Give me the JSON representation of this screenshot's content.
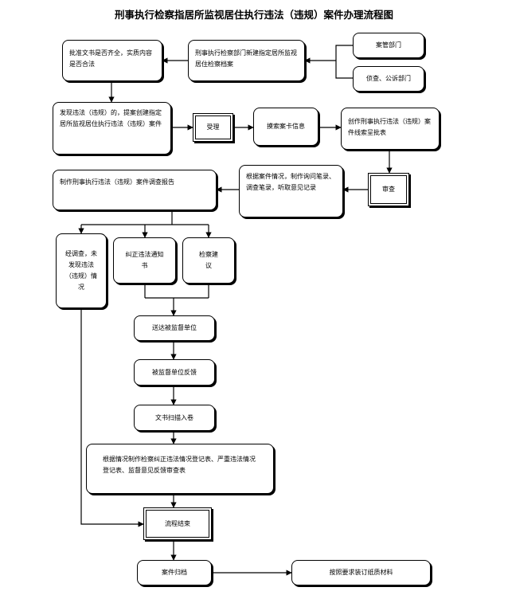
{
  "title": "刑事执行检察指居所监视居住执行违法（违规）案件办理流程图",
  "nodes": {
    "approve_doc": "批准文书是否齐全，实质内容是否合法",
    "new_file": "刑事执行检察部门新建指定居所监视居住检察档案",
    "case_mgmt": "案管部门",
    "police": "侦查、公诉部门",
    "found_violation": "发现违法（违规）的，提案创建指定居所监视居住执行违法（违规）案件",
    "accept": "受理",
    "collect_info": "摸索案卡信息",
    "create_case": "创作刑事执行违法（违规）案件线索呈批表",
    "review": "审查",
    "investigate": "根据案件情况，制作询问笔录、调查笔录，听取意见记录",
    "make_report": "制作刑事执行违法（违规）案件调查报告",
    "no_violation": "经调查，未发现违法（违规）情况",
    "correction_notice": "纠正违法通知书",
    "procuratorial_advice": "检察建议",
    "deliver": "送达被监督单位",
    "feedback": "被监督单位反馈",
    "scan": "文书扫描入卷",
    "registers": "根据情况制作检察纠正违法情况登记表、严重违法情况登记表、监督意见反馈审查表",
    "end": "流程结束",
    "archive": "案件归档",
    "bind_paper": "按照要求装订纸质材料"
  }
}
